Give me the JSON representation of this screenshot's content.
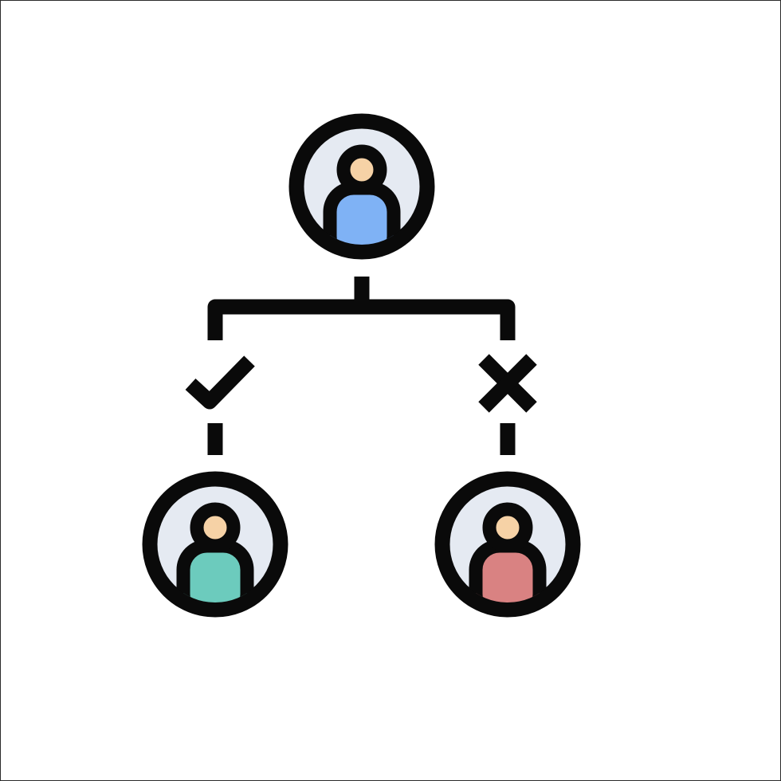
{
  "icon": {
    "name": "org-chart-decision-icon",
    "stroke_color": "#0a0a0a",
    "badge_fill": "#e5eaf2",
    "head_fill": "#f6d2a6",
    "nodes": [
      {
        "role": "parent",
        "body_color": "#7fb2f5",
        "icon_name": "user-icon"
      },
      {
        "role": "approved-child",
        "body_color": "#6ccbbd",
        "icon_name": "user-icon"
      },
      {
        "role": "rejected-child",
        "body_color": "#d98282",
        "icon_name": "user-icon"
      }
    ],
    "markers": [
      {
        "icon_name": "check-icon",
        "meaning": "approved"
      },
      {
        "icon_name": "cross-icon",
        "meaning": "rejected"
      }
    ]
  }
}
